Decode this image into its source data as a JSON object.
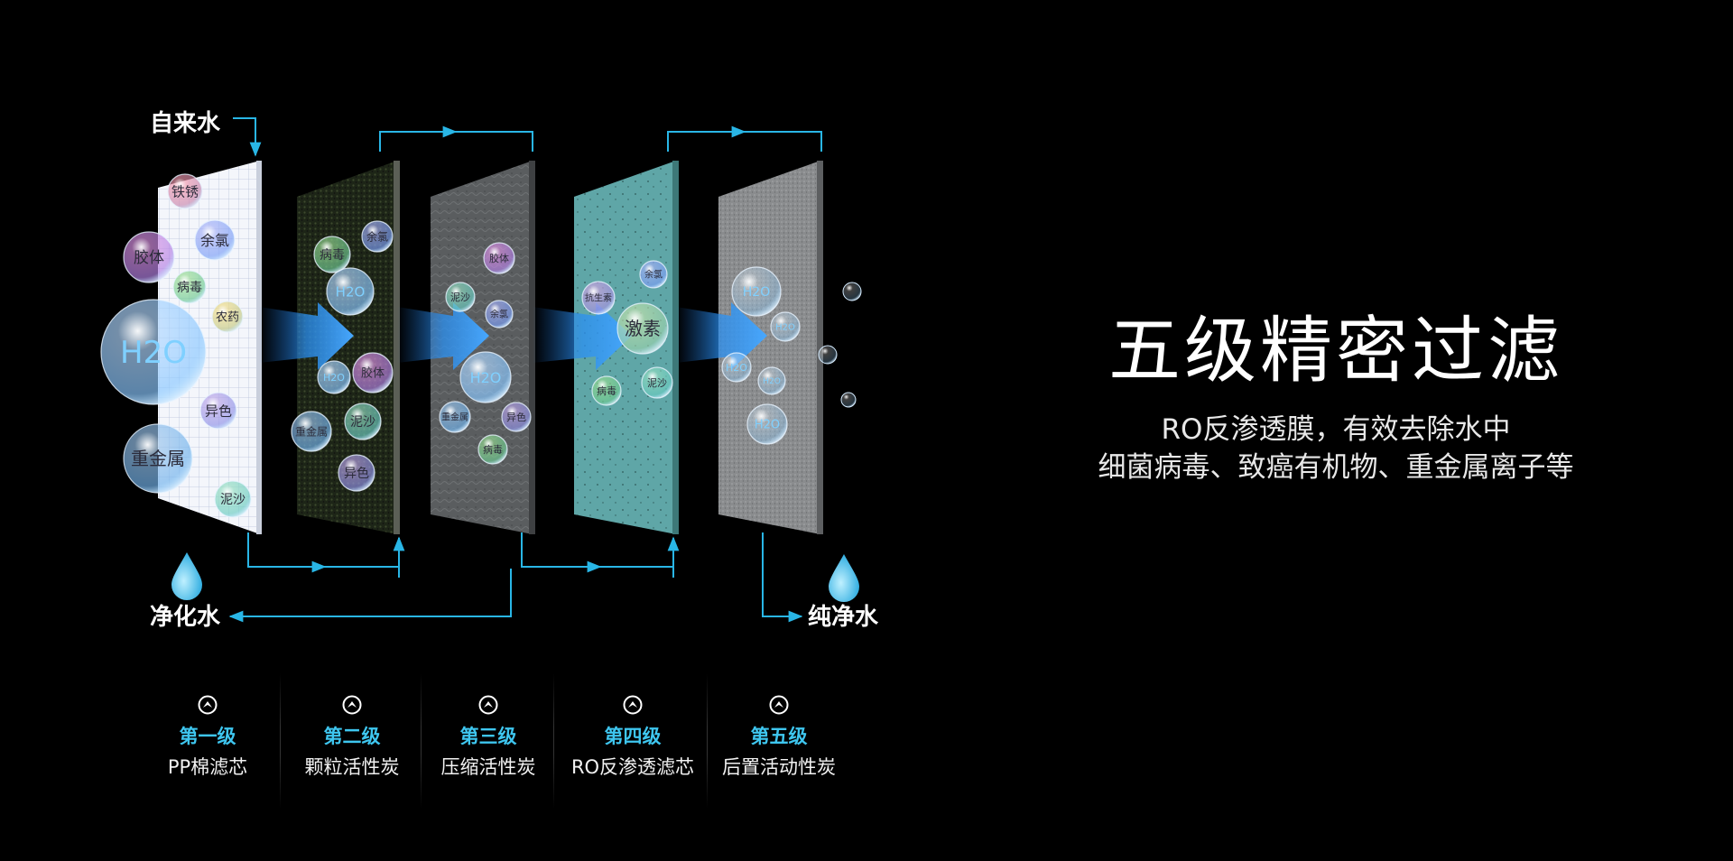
{
  "flow": {
    "inlet": "自来水",
    "purified": "净化水",
    "pure": "纯净水"
  },
  "headline": {
    "title": "五级精密过滤",
    "line1": "RO反渗透膜，有效去除水中",
    "line2": "细菌病毒、致癌有机物、重金属离子等"
  },
  "layers": [
    {
      "bubbles": [
        "铁锈",
        "胶体",
        "余氯",
        "病毒",
        "农药",
        "H2O",
        "异色",
        "重金属",
        "泥沙"
      ]
    },
    {
      "bubbles": [
        "余氯",
        "病毒",
        "H2O",
        "H2O",
        "胶体",
        "重金属",
        "泥沙",
        "异色"
      ]
    },
    {
      "bubbles": [
        "胶体",
        "泥沙",
        "余氯",
        "H2O",
        "重金属",
        "异色",
        "病毒"
      ]
    },
    {
      "bubbles": [
        "余氯",
        "抗生素",
        "激素",
        "病毒",
        "泥沙"
      ]
    },
    {
      "bubbles": [
        "H2O",
        "H2O",
        "H2O",
        "H2O",
        "H2O"
      ]
    }
  ],
  "stages": [
    {
      "level": "第一级",
      "name": "PP棉滤芯"
    },
    {
      "level": "第二级",
      "name": "颗粒活性炭"
    },
    {
      "level": "第三级",
      "name": "压缩活性炭"
    },
    {
      "level": "第四级",
      "name": "RO反渗透滤芯"
    },
    {
      "level": "第五级",
      "name": "后置活动性炭"
    }
  ],
  "colors": {
    "accent": "#3ec6ef",
    "flow_line": "#29b6e6"
  }
}
